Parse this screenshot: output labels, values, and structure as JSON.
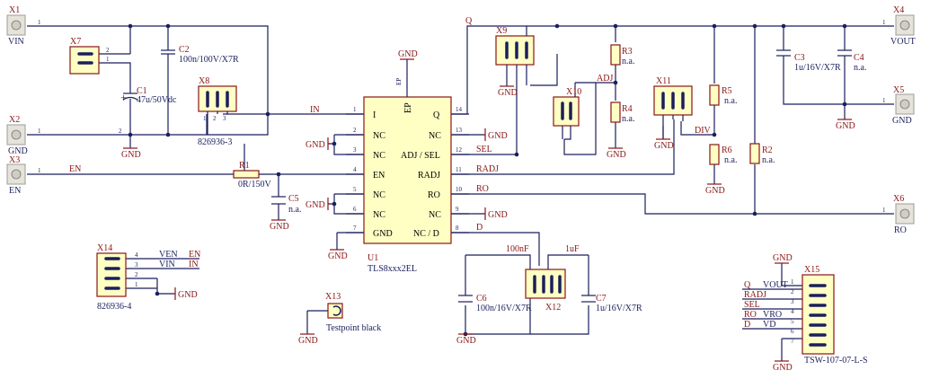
{
  "parts": {
    "x1": {
      "ref": "X1",
      "label": "VIN"
    },
    "x2": {
      "ref": "X2",
      "label": "GND"
    },
    "x3": {
      "ref": "X3",
      "label": "EN"
    },
    "x4": {
      "ref": "X4",
      "label": "VOUT"
    },
    "x5": {
      "ref": "X5",
      "label": "GND"
    },
    "x6": {
      "ref": "X6",
      "label": "RO"
    },
    "x7": {
      "ref": "X7"
    },
    "x8": {
      "ref": "X8",
      "value": "826936-3"
    },
    "x9": {
      "ref": "X9"
    },
    "x10": {
      "ref": "X10"
    },
    "x11": {
      "ref": "X11"
    },
    "x12": {
      "ref": "X12",
      "label_left": "100nF",
      "label_right": "1uF"
    },
    "x13": {
      "ref": "X13",
      "value": "Testpoint black"
    },
    "x14": {
      "ref": "X14",
      "value": "826936-4"
    },
    "x15": {
      "ref": "X15",
      "value": "TSW-107-07-L-S"
    },
    "c1": {
      "ref": "C1",
      "value": "47u/50Vdc"
    },
    "c2": {
      "ref": "C2",
      "value": "100n/100V/X7R"
    },
    "c3": {
      "ref": "C3",
      "value": "1u/16V/X7R"
    },
    "c4": {
      "ref": "C4",
      "value": "n.a."
    },
    "c5": {
      "ref": "C5",
      "value": "n.a."
    },
    "c6": {
      "ref": "C6",
      "value": "100n/16V/X7R"
    },
    "c7": {
      "ref": "C7",
      "value": "1u/16V/X7R"
    },
    "r1": {
      "ref": "R1",
      "value": "0R/150V"
    },
    "r2": {
      "ref": "R2",
      "value": "n.a."
    },
    "r3": {
      "ref": "R3",
      "value": "n.a."
    },
    "r4": {
      "ref": "R4",
      "value": "n.a."
    },
    "r5": {
      "ref": "R5",
      "value": "n.a."
    },
    "r6": {
      "ref": "R6",
      "value": "n.a."
    },
    "u1": {
      "ref": "U1",
      "value": "TLS8xxx2EL"
    }
  },
  "u1_pins": {
    "I": "I",
    "NC": "NC",
    "EN": "EN",
    "GND": "GND",
    "Q": "Q",
    "ADJ_SEL": "ADJ / SEL",
    "RADJ": "RADJ",
    "RO": "RO",
    "NC_D": "NC / D",
    "EP": "EP"
  },
  "nets": {
    "in": "IN",
    "en": "EN",
    "q": "Q",
    "sel": "SEL",
    "radj": "RADJ",
    "ro": "RO",
    "d": "D",
    "adj": "ADJ",
    "div": "DIV",
    "ven": "VEN",
    "vin": "VIN",
    "vout": "VOUT",
    "vro": "VRO",
    "vd": "VD"
  },
  "pins": {
    "p1": "1",
    "p2": "2",
    "p3": "3",
    "p4": "4",
    "p5": "5",
    "p6": "6",
    "p7": "7",
    "p8": "8",
    "p9": "9",
    "p10": "10",
    "p11": "11",
    "p12": "12",
    "p13": "13",
    "p14": "14"
  },
  "gnd_label": "GND"
}
